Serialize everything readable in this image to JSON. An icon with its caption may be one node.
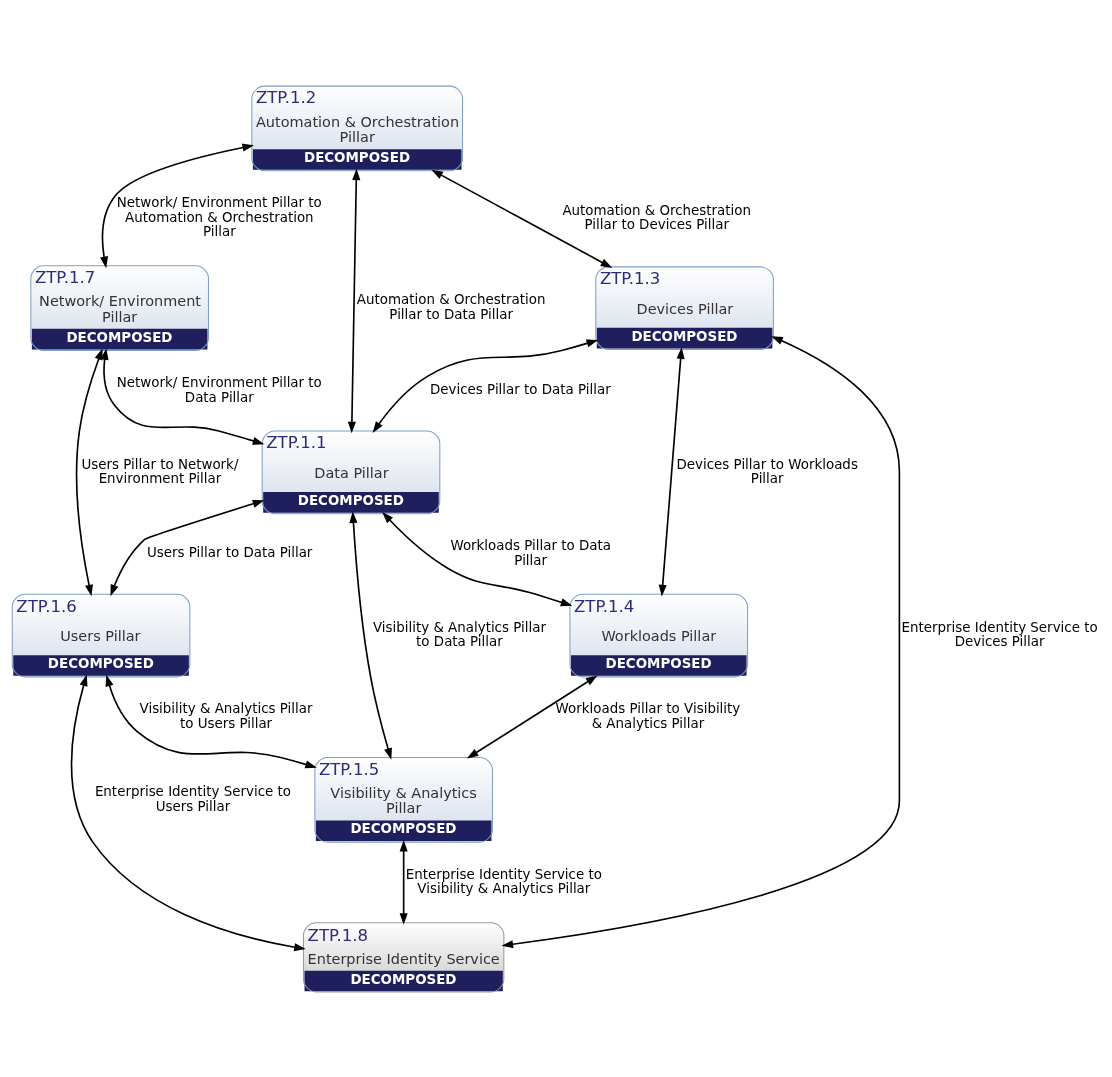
{
  "diagram": {
    "nodes": [
      {
        "text": [
          "ZTP.1.2",
          "Automation & Orchestration Pillar",
          "DECOMPOSED"
        ]
      },
      {
        "text": [
          "ZTP.1.7",
          "Network/ Environment Pillar",
          "DECOMPOSED"
        ]
      },
      {
        "text": [
          "ZTP.1.3",
          "Devices Pillar",
          "DECOMPOSED"
        ]
      },
      {
        "text": [
          "ZTP.1.1",
          "Data Pillar",
          "DECOMPOSED"
        ]
      },
      {
        "text": [
          "ZTP.1.6",
          "Users Pillar",
          "DECOMPOSED"
        ]
      },
      {
        "text": [
          "ZTP.1.4",
          "Workloads Pillar",
          "DECOMPOSED"
        ]
      },
      {
        "text": [
          "ZTP.1.5",
          "Visibility & Analytics Pillar",
          "DECOMPOSED"
        ]
      },
      {
        "text": [
          "ZTP.1.8",
          "Enterprise Identity Service",
          "DECOMPOSED"
        ]
      }
    ],
    "edges": [
      {
        "from": 1,
        "to": 0,
        "arrow": "both",
        "label": "Network/ Environment Pillar to Automation & Orchestration Pillar"
      },
      {
        "from": 0,
        "to": 2,
        "arrow": "both",
        "label": "Automation & Orchestration Pillar to Devices Pillar"
      },
      {
        "from": 0,
        "to": 3,
        "arrow": "both",
        "label": "Automation & Orchestration Pillar to Data Pillar"
      },
      {
        "from": 1,
        "to": 3,
        "arrow": "both",
        "label": "Network/ Environment Pillar to Data Pillar"
      },
      {
        "from": 2,
        "to": 3,
        "arrow": "both",
        "label": "Devices Pillar to Data Pillar"
      },
      {
        "from": 4,
        "to": 1,
        "arrow": "both",
        "label": "Users Pillar to Network/ Environment Pillar"
      },
      {
        "from": 2,
        "to": 5,
        "arrow": "both",
        "label": "Devices Pillar to Workloads Pillar"
      },
      {
        "from": 4,
        "to": 3,
        "arrow": "both",
        "label": "Users Pillar to Data Pillar"
      },
      {
        "from": 5,
        "to": 3,
        "arrow": "both",
        "label": "Workloads Pillar to Data Pillar"
      },
      {
        "from": 6,
        "to": 3,
        "arrow": "both",
        "label": "Visibility & Analytics Pillar to Data Pillar"
      },
      {
        "from": 6,
        "to": 4,
        "arrow": "both",
        "label": "Visibility & Analytics Pillar to Users Pillar"
      },
      {
        "from": 5,
        "to": 6,
        "arrow": "both",
        "label": "Workloads Pillar to Visibility & Analytics Pillar"
      },
      {
        "from": 7,
        "to": 2,
        "arrow": "both",
        "label": "Enterprise Identity Service to Devices Pillar"
      },
      {
        "from": 7,
        "to": 6,
        "arrow": "both",
        "label": "Enterprise Identity Service to Visibility & Analytics Pillar"
      },
      {
        "from": 7,
        "to": 4,
        "arrow": "both",
        "label": "Enterprise Identity Service to Users Pillar"
      }
    ]
  }
}
